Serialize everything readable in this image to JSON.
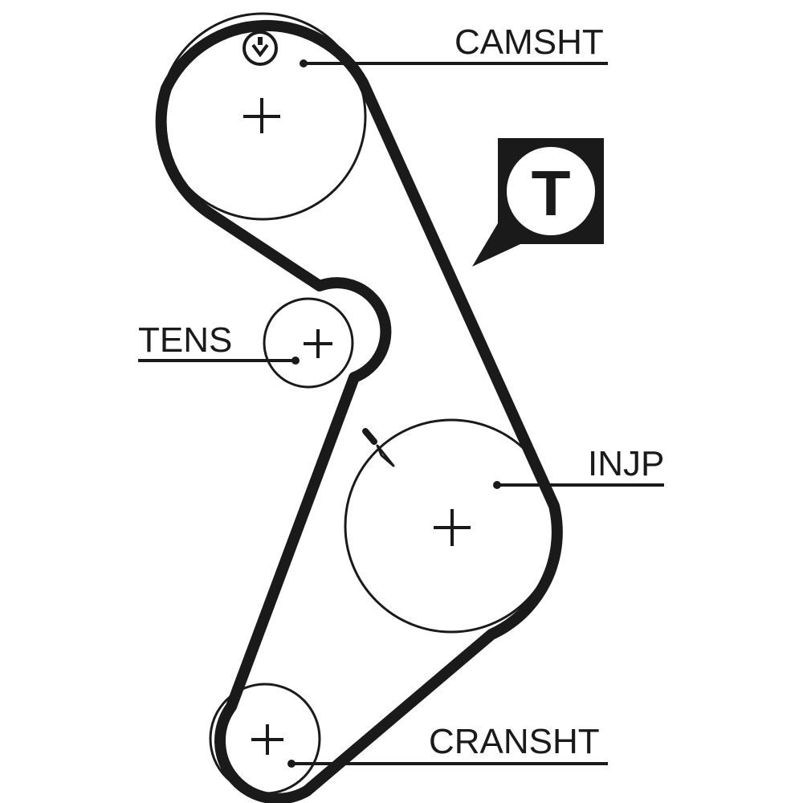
{
  "diagram": {
    "title": "Timing belt routing",
    "colors": {
      "ink": "#1a1a1a",
      "background": "#ffffff"
    },
    "pulleys": [
      {
        "id": "camshaft",
        "label": "CAMSHT"
      },
      {
        "id": "tensioner",
        "label": "TENS"
      },
      {
        "id": "injection_pump",
        "label": "INJP"
      },
      {
        "id": "crankshaft",
        "label": "CRANSHT"
      }
    ],
    "badge": {
      "letter": "T",
      "meaning": "tensioner-badge"
    },
    "markers": {
      "camshaft_timing_mark": "timing-mark-icon",
      "injection_pump_timing_mark": "arrow-mark-icon"
    }
  }
}
